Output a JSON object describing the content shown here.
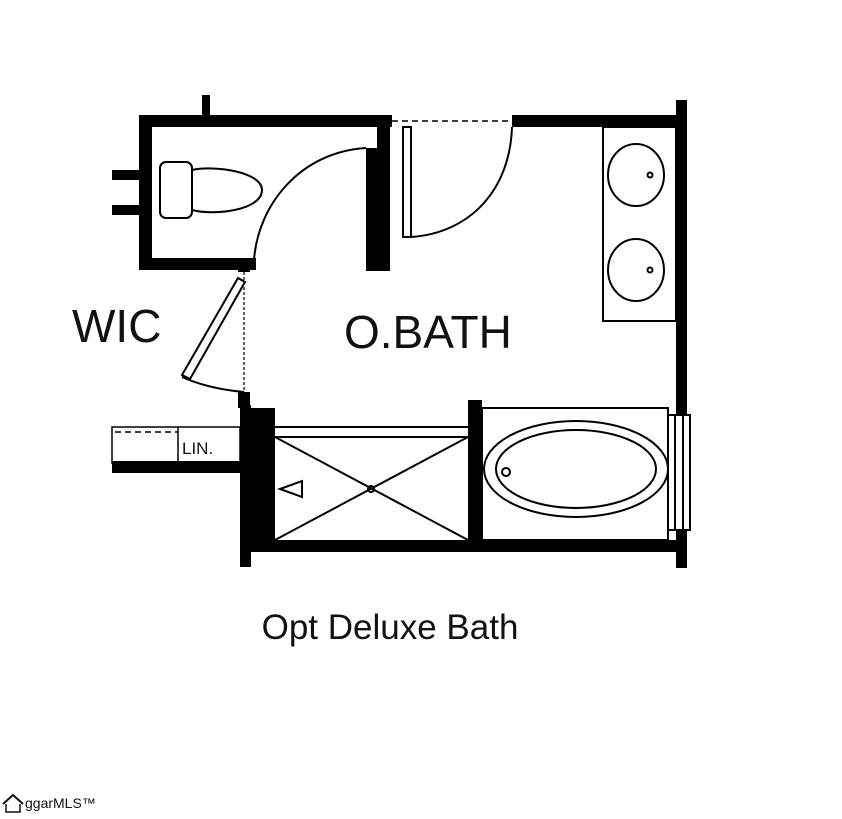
{
  "rooms": {
    "wic": "WIC",
    "obath": "O.BATH",
    "linen": "LIN."
  },
  "caption": "Opt Deluxe Bath",
  "watermark": "ggarMLS™",
  "icons": {
    "watermark": "house-roof-icon"
  }
}
